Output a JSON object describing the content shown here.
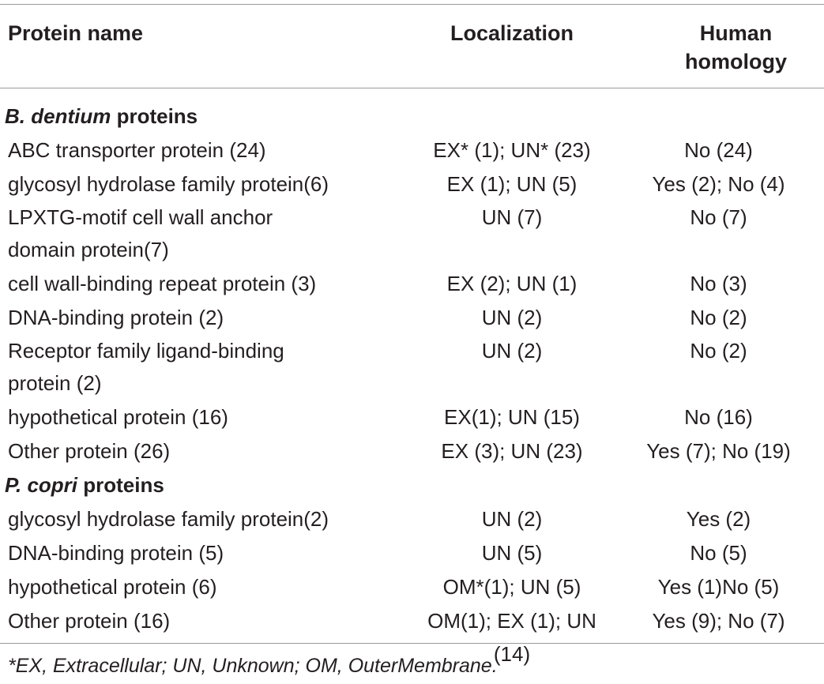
{
  "table": {
    "headers": {
      "protein_name": "Protein name",
      "localization": "Localization",
      "human_homology_line1": "Human",
      "human_homology_line2": "homology"
    },
    "sections": [
      {
        "title_italic": "B. dentium",
        "title_rest": " proteins",
        "rows": [
          {
            "name": [
              "ABC transporter protein (24)"
            ],
            "localization": "EX* (1); UN* (23)",
            "homology": "No (24)"
          },
          {
            "name": [
              "glycosyl hydrolase family protein(6)"
            ],
            "localization": "EX (1); UN (5)",
            "homology": "Yes (2); No (4)"
          },
          {
            "name": [
              "LPXTG-motif cell wall anchor",
              "domain protein(7)"
            ],
            "localization": "UN (7)",
            "homology": "No (7)"
          },
          {
            "name": [
              "cell wall-binding repeat protein (3)"
            ],
            "localization": "EX (2); UN (1)",
            "homology": "No (3)"
          },
          {
            "name": [
              "DNA-binding protein (2)"
            ],
            "localization": "UN (2)",
            "homology": "No (2)"
          },
          {
            "name": [
              "Receptor family ligand-binding",
              "protein (2)"
            ],
            "localization": "UN (2)",
            "homology": "No (2)"
          },
          {
            "name": [
              "hypothetical protein (16)"
            ],
            "localization": "EX(1); UN (15)",
            "homology": "No (16)"
          },
          {
            "name": [
              "Other protein (26)"
            ],
            "localization": "EX (3); UN (23)",
            "homology": "Yes (7); No (19)"
          }
        ]
      },
      {
        "title_italic": "P. copri",
        "title_rest": " proteins",
        "rows": [
          {
            "name": [
              "glycosyl hydrolase family protein(2)"
            ],
            "localization": "UN (2)",
            "homology": "Yes (2)"
          },
          {
            "name": [
              "DNA-binding protein (5)"
            ],
            "localization": "UN (5)",
            "homology": "No (5)"
          },
          {
            "name": [
              "hypothetical protein (6)"
            ],
            "localization": "OM*(1); UN (5)",
            "homology": "Yes (1)No (5)"
          },
          {
            "name": [
              "Other protein (16)"
            ],
            "localization": "OM(1); EX (1); UN (14)",
            "homology": "Yes (9); No (7)"
          }
        ]
      }
    ],
    "footnote": "*EX, Extracellular; UN, Unknown; OM, OuterMembrane."
  }
}
